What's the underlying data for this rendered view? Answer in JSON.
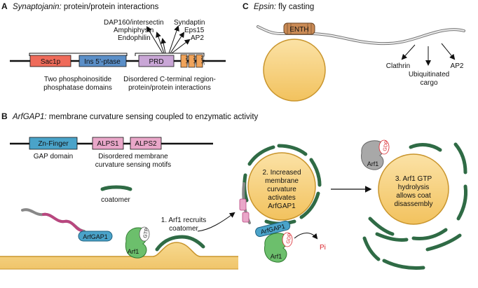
{
  "panelA": {
    "letter": "A",
    "title_italic": "Synaptojanin:",
    "title_rest": " protein/protein interactions",
    "domains": {
      "sac1p": "Sac1p",
      "ins": "Ins 5’-ptase",
      "prd": "PRD",
      "npf": "NPF"
    },
    "partners": [
      "DAP160/intersectin",
      "Amphiphysin",
      "Endophilin",
      "Syndaptin",
      "Eps15",
      "AP2"
    ],
    "caption_left": [
      "Two phosphoinositide",
      "phosphatase domains"
    ],
    "caption_right": [
      "Disordered C-terminal region-",
      "protein/protein interactions"
    ]
  },
  "panelB": {
    "letter": "B",
    "title_italic": "ArfGAP1:",
    "title_rest": " membrane curvature sensing coupled to enzymatic activity",
    "domains": {
      "zn": "Zn-Finger",
      "alps1": "ALPS1",
      "alps2": "ALPS2"
    },
    "caption_gap": "GAP domain",
    "caption_alps": [
      "Disordered membrane",
      "curvature sensing motifs"
    ],
    "coatomer": "coatomer",
    "arfgap1": "ArfGAP1",
    "arf1": "Arf1",
    "gtp": "GTP",
    "gdp": "GDP",
    "pi": "Pi",
    "step1": [
      "1. Arf1 recruits",
      "coatomer"
    ],
    "step2": [
      "2. Increased",
      "membrane",
      "curvature",
      "activates",
      "ArfGAP1"
    ],
    "step3": [
      "3. Arf1 GTP",
      "hydrolysis",
      "allows coat",
      "disassembly"
    ]
  },
  "panelC": {
    "letter": "C",
    "title_italic": "Epsin:",
    "title_rest": " fly casting",
    "enth": "ENTH",
    "targets": {
      "clathrin": "Clathrin",
      "cargo": [
        "Ubiquitinated",
        "cargo"
      ],
      "ap2": "AP2"
    }
  },
  "colors": {
    "sac1p": "#ef6b5a",
    "ins": "#5b8fc8",
    "prd": "#c9a6d6",
    "npf": "#f0a35a",
    "zn": "#4aa3c9",
    "alps": "#e9a7c9",
    "coat": "#2f6b45",
    "vesicle": "#f2c468",
    "arf1": "#6cbf6c",
    "gdp": "#d9232a",
    "enth": "#c98a55"
  }
}
